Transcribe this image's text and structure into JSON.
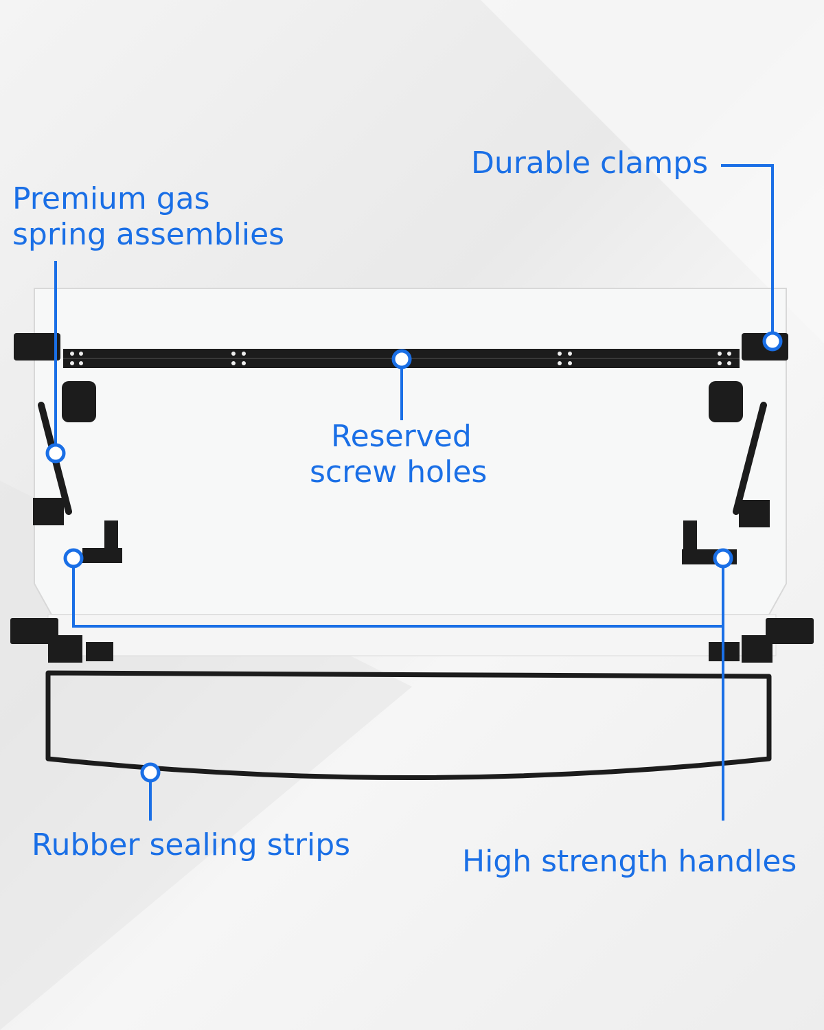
{
  "callouts": {
    "durable_clamps": "Durable clamps",
    "gas_spring_line1": "Premium gas",
    "gas_spring_line2": "spring assemblies",
    "screw_holes_line1": "Reserved",
    "screw_holes_line2": "screw holes",
    "rubber_strips": "Rubber sealing strips",
    "handles": "High strength handles"
  },
  "colors": {
    "accent": "#1a6fe6",
    "hardware": "#1c1c1c"
  }
}
